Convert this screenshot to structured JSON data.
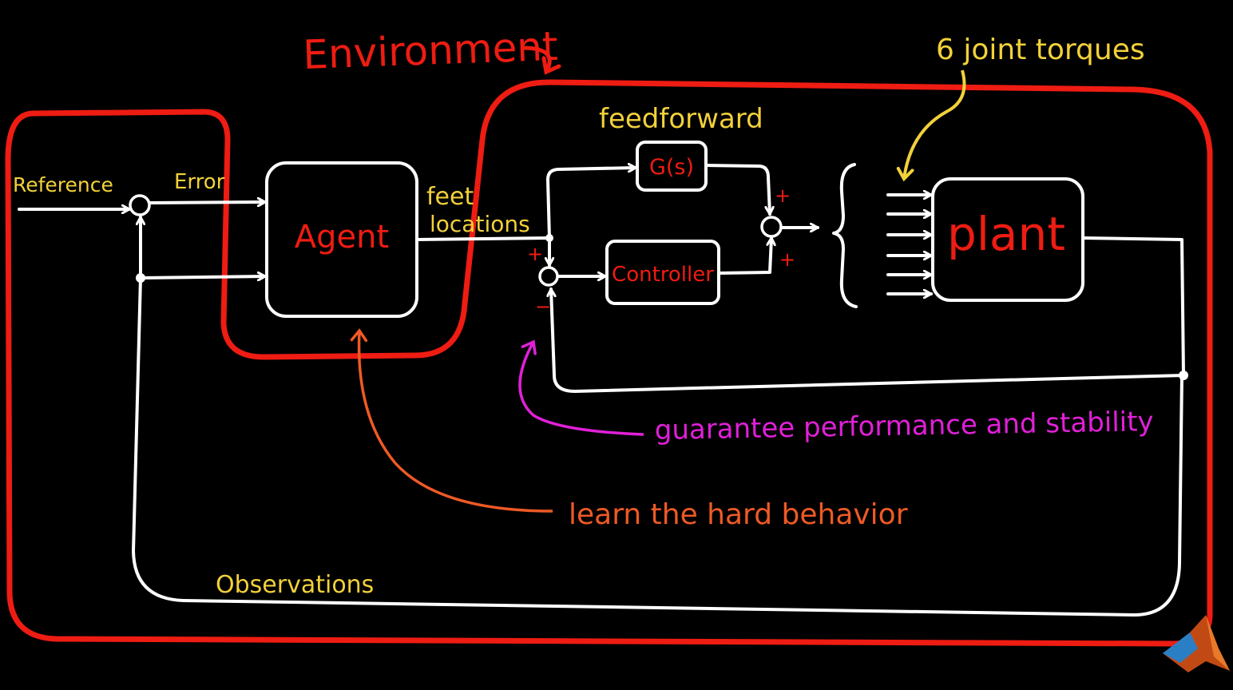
{
  "colors": {
    "environment": "#ee1c12",
    "wires": "#ffffff",
    "block_text": "#ee1c12",
    "signal_labels": "#f2d13a",
    "annotation_performance": "#e020d8",
    "annotation_learn": "#ee5a25",
    "torques_arrow": "#f2d13a",
    "background": "#000000"
  },
  "labels": {
    "environment": "Environment",
    "six_joint_torques": "6 joint torques",
    "feedforward": "feedforward",
    "reference": "Reference",
    "error": "Error",
    "feet_line1": "feet",
    "feet_line2": "locations",
    "observations": "Observations",
    "plus_upper": "+",
    "plus_lower": "+",
    "plus_left": "+",
    "minus_left": "−"
  },
  "blocks": {
    "agent": "Agent",
    "gs": "G(s)",
    "controller": "Controller",
    "plant": "plant"
  },
  "annotations": {
    "performance": "guarantee performance and stability",
    "learn": "learn the hard behavior"
  },
  "icons": {
    "environment_arrow": "curved-arrow-icon",
    "logo": "matlab-logo-icon"
  }
}
